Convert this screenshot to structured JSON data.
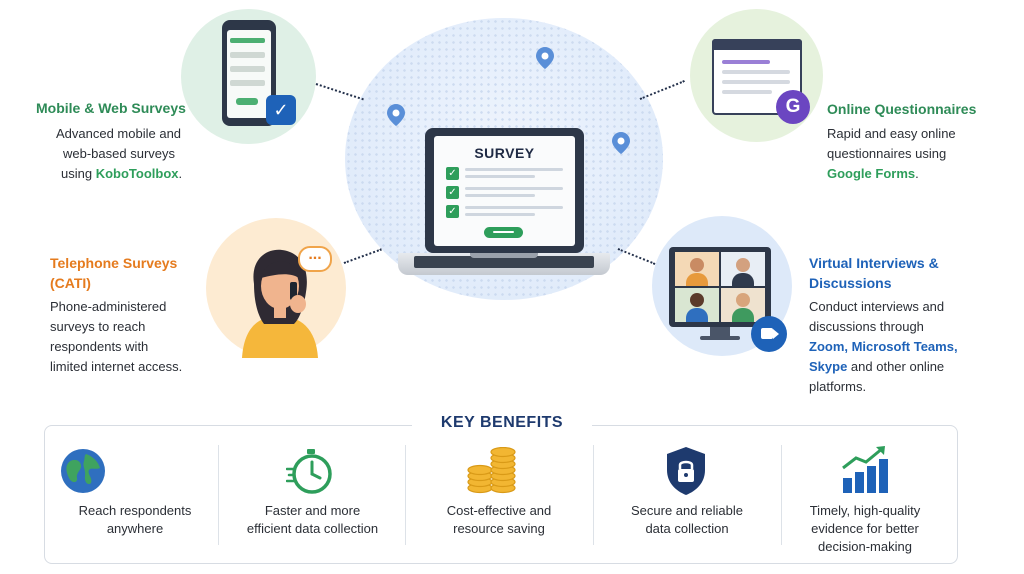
{
  "center": {
    "laptop_title": "SURVEY"
  },
  "methods": {
    "mobile": {
      "title": "Mobile & Web Surveys",
      "desc_1": "Advanced mobile and",
      "desc_2": "web-based surveys",
      "desc_3_pre": "using ",
      "desc_3_link": "KoboToolbox",
      "desc_3_post": "."
    },
    "online": {
      "title": "Online Questionnaires",
      "desc_1": "Rapid and easy online",
      "desc_2": "questionnaires using",
      "desc_3_link": "Google Forms",
      "desc_3_post": ".",
      "badge": "G"
    },
    "phone": {
      "title_1": "Telephone Surveys",
      "title_2": "(CATI)",
      "desc_1": "Phone-administered",
      "desc_2": "surveys to reach",
      "desc_3": "respondents with",
      "desc_4": "limited internet access.",
      "bubble": "..."
    },
    "virtual": {
      "title_1": "Virtual Interviews &",
      "title_2": "Discussions",
      "desc_1": "Conduct interviews and",
      "desc_2": "discussions through",
      "desc_3_link": "Zoom, Microsoft Teams,",
      "desc_4_link": "Skype",
      "desc_4_post": " and other online",
      "desc_5": "platforms."
    }
  },
  "benefits": {
    "title": "KEY BENEFITS",
    "items": [
      {
        "line1": "Reach respondents",
        "line2": "anywhere",
        "icon": "globe-icon"
      },
      {
        "line1": "Faster and more",
        "line2": "efficient data collection",
        "icon": "stopwatch-icon"
      },
      {
        "line1": "Cost-effective and",
        "line2": "resource saving",
        "icon": "coins-icon"
      },
      {
        "line1": "Secure and reliable",
        "line2": "data collection",
        "icon": "shield-lock-icon"
      },
      {
        "line1": "Timely, high-quality",
        "line2": "evidence for better",
        "line3": "decision-making",
        "icon": "growth-chart-icon"
      }
    ]
  },
  "colors": {
    "green": "#2e8b57",
    "orange": "#e57b1e",
    "blue": "#1e62b8",
    "navy": "#1e3a6e"
  }
}
